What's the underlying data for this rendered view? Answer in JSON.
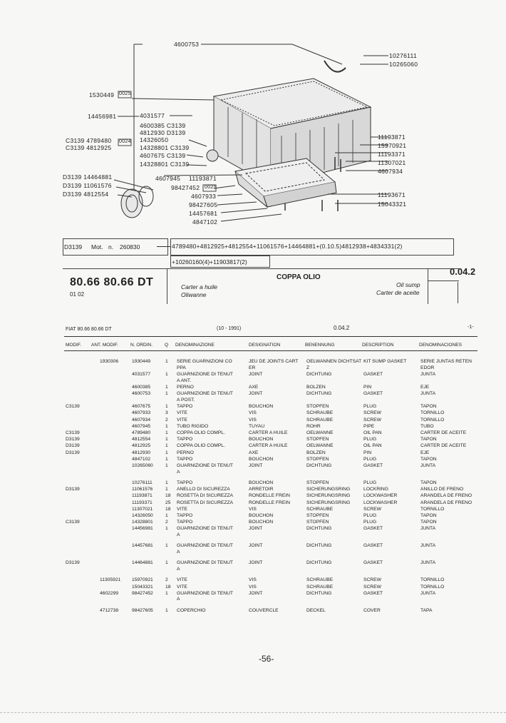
{
  "diagram": {
    "callouts_top": [
      "4600753",
      "10276111",
      "10265060"
    ],
    "callouts_left": [
      {
        "text": "1530449",
        "box": "0025"
      },
      {
        "text": "14456981"
      },
      {
        "text": "C3139 4789480",
        "box": "0024"
      },
      {
        "text": "C3139 4812925"
      },
      {
        "text": "D3139 14464881"
      },
      {
        "text": "D3139 11061576"
      },
      {
        "text": "D3139  4812554"
      }
    ],
    "callouts_center": [
      "4031577",
      "4600385  C3139",
      "4812930  D3139",
      "14326050",
      "14328801  C3139",
      "4607675  C3139",
      "14328801  C3139",
      "4607945",
      "11193871",
      "98427452",
      "0025",
      "4607933",
      "98427605",
      "14457681",
      "4847102"
    ],
    "callouts_right": [
      "11193871",
      "15970921",
      "11193371",
      "11307021",
      "4607934",
      "11193671",
      "15043321"
    ]
  },
  "mod_line": {
    "label": "D3139",
    "mot": "Mot.",
    "n": "n.",
    "number": "260830",
    "parts": "4789480+4812925+4812554+11061576+14464881+(0.10.5)4812938+4834331(2)",
    "parts2": "+10260160(4)+11903817(2)"
  },
  "title_block": {
    "model": "80.66 80.66 DT",
    "sub": "01 02",
    "title": "COPPA OLIO",
    "it": "Carter a huile",
    "it2": "Oliwanne",
    "en": "Oil sump",
    "es": "Carter de aceite",
    "code": "0.04.2"
  },
  "table": {
    "fiat": "FIAT 80.66 80.66 DT",
    "date": "(10 - 1991)",
    "section": "0.04.2",
    "page_marker": "-1-",
    "headers": [
      "MODIF.",
      "ANT. MODIF.",
      "N. ORDIN.",
      "Q",
      "DENOMINAZIONE",
      "DESIGNATION",
      "BENENNUNG",
      "DESCRIPTION",
      "DENOMINACIONES"
    ],
    "rows": [
      {
        "ant": "1930306",
        "ord": "1930449",
        "q": "1",
        "it": "SERIE GUARNIZIONI CO",
        "fr": "JEU DE JOINTS CART",
        "de": "OELWANNEN DICHTSAT",
        "en": "KIT SUMP GASKET",
        "es": "SERIE JUNTAS RETEN"
      },
      {
        "it": "PPA",
        "fr": "ER",
        "de": "Z",
        "es": "EDOR"
      },
      {
        "ord": "4031577",
        "q": "1",
        "it": "GUARNIZIONE DI TENUT",
        "fr": "JOINT",
        "de": "DICHTUNG",
        "en": "GASKET",
        "es": "JUNTA"
      },
      {
        "it": "A ANT."
      },
      {
        "ord": "4600385",
        "q": "1",
        "it": "PERNO",
        "fr": "AXE",
        "de": "BOLZEN",
        "en": "PIN",
        "es": "EJE"
      },
      {
        "ord": "4600753",
        "q": "1",
        "it": "GUARNIZIONE DI TENUT",
        "fr": "JOINT",
        "de": "DICHTUNG",
        "en": "GASKET",
        "es": "JUNTA"
      },
      {
        "it": "A POST."
      },
      {
        "mod": "C3139",
        "ord": "4607675",
        "q": "1",
        "it": "TAPPO",
        "fr": "BOUCHON",
        "de": "STOPFEN",
        "en": "PLUG",
        "es": "TAPON"
      },
      {
        "ord": "4607933",
        "q": "3",
        "it": "VITE",
        "fr": "VIS",
        "de": "SCHRAUBE",
        "en": "SCREW",
        "es": "TORNILLO"
      },
      {
        "ord": "4607934",
        "q": "2",
        "it": "VITE",
        "fr": "VIS",
        "de": "SCHRAUBE",
        "en": "SCREW",
        "es": "TORNILLO"
      },
      {
        "ord": "4607945",
        "q": "1",
        "it": "TUBO RIGIDO",
        "fr": "TUYAU",
        "de": "ROHR",
        "en": "PIPE",
        "es": "TUBO"
      },
      {
        "mod": "C3139",
        "ord": "4789480",
        "q": "1",
        "it": "COPPA OLIO  COMPL.",
        "fr": "CARTER A HUILE",
        "de": "OELWANNE",
        "en": "OIL PAN",
        "es": "CARTER DE ACEITE"
      },
      {
        "mod": "D3139",
        "ord": "4812554",
        "q": "1",
        "it": "TAPPO",
        "fr": "BOUCHON",
        "de": "STOPFEN",
        "en": "PLUG",
        "es": "TAPON"
      },
      {
        "mod": "D3139",
        "ord": "4812925",
        "q": "1",
        "it": "COPPA OLIO  COMPL.",
        "fr": "CARTER A HUILE",
        "de": "OELWANNE",
        "en": "OIL PAN",
        "es": "CARTER DE ACEITE"
      },
      {
        "mod": "D3139",
        "ord": "4812930",
        "q": "1",
        "it": "PERNO",
        "fr": "AXE",
        "de": "BOLZEN",
        "en": "PIN",
        "es": "EJE"
      },
      {
        "ord": "4847102",
        "q": "1",
        "it": "TAPPO",
        "fr": "BOUCHON",
        "de": "STOPFEN",
        "en": "PLUG",
        "es": "TAPON"
      },
      {
        "ord": "10265060",
        "q": "1",
        "it": "GUARNIZIONE DI TENUT",
        "fr": "JOINT",
        "de": "DICHTUNG",
        "en": "GASKET",
        "es": "JUNTA"
      },
      {
        "it": "A"
      },
      {
        "ord": "10276111",
        "q": "1",
        "it": "TAPPO",
        "fr": "BOUCHON",
        "de": "STOPFEN",
        "en": "PLUG",
        "es": "TAPON"
      },
      {
        "mod": "D3139",
        "ord": "11061576",
        "q": "1",
        "it": "ANELLO DI SICUREZZA",
        "fr": "ARRETOIR",
        "de": "SICHERUNGSRING",
        "en": "LOCKRING",
        "es": "ANILLO DE FRENO"
      },
      {
        "ord": "11193871",
        "q": "18",
        "it": "ROSETTA DI SICUREZZA",
        "fr": "RONDELLE FREIN",
        "de": "SICHERUNGSRING",
        "en": "LOCKWASHER",
        "es": "ARANDELA DE FRENO"
      },
      {
        "ord": "11193371",
        "q": "25",
        "it": "ROSETTA DI SICUREZZA",
        "fr": "RONDELLE FREIN",
        "de": "SICHERUNGSRING",
        "en": "LOCKWASHER",
        "es": "ARANDELA DE FRENO"
      },
      {
        "ord": "11307021",
        "q": "18",
        "it": "VITE",
        "fr": "VIS",
        "de": "SCHRAUBE",
        "en": "SCREW",
        "es": "TORNILLO"
      },
      {
        "ord": "14326050",
        "q": "1",
        "it": "TAPPO",
        "fr": "BOUCHON",
        "de": "STOPFEN",
        "en": "PLUG",
        "es": "TAPON"
      },
      {
        "mod": "C3139",
        "ord": "14328801",
        "q": "2",
        "it": "TAPPO",
        "fr": "BOUCHON",
        "de": "STOPFEN",
        "en": "PLUG",
        "es": "TAPON"
      },
      {
        "ord": "14456981",
        "q": "1",
        "it": "GUARNIZIONE DI TENUT",
        "fr": "JOINT",
        "de": "DICHTUNG",
        "en": "GASKET",
        "es": "JUNTA"
      },
      {
        "it": "A"
      },
      {
        "ord": "14457681",
        "q": "1",
        "it": "GUARNIZIONE DI TENUT",
        "fr": "JOINT",
        "de": "DICHTUNG",
        "en": "GASKET",
        "es": "JUNTA"
      },
      {
        "it": "A"
      },
      {
        "mod": "D3139",
        "ord": "14464881",
        "q": "1",
        "it": "GUARNIZIONE DI TENUT",
        "fr": "JOINT",
        "de": "DICHTUNG",
        "en": "GASKET",
        "es": "JUNTA"
      },
      {
        "it": "A"
      },
      {
        "ant": "11305921",
        "ord": "15970921",
        "q": "2",
        "it": "VITE",
        "fr": "VIS",
        "de": "SCHRAUBE",
        "en": "SCREW",
        "es": "TORNILLO"
      },
      {
        "ord": "15043321",
        "q": "18",
        "it": "VITE",
        "fr": "VIS",
        "de": "SCHRAUBE",
        "en": "SCREW",
        "es": "TORNILLO"
      },
      {
        "ant": "4602299",
        "ord": "98427452",
        "q": "1",
        "it": "GUARNIZIONE DI TENUT",
        "fr": "JOINT",
        "de": "DICHTUNG",
        "en": "GASKET",
        "es": "JUNTA"
      },
      {
        "it": "A"
      },
      {
        "ant": "4712738",
        "ord": "98427605",
        "q": "1",
        "it": "COPERCHIO",
        "fr": "COUVERCLE",
        "de": "DECKEL",
        "en": "COVER",
        "es": "TAPA"
      }
    ]
  },
  "page_number": "-56-"
}
